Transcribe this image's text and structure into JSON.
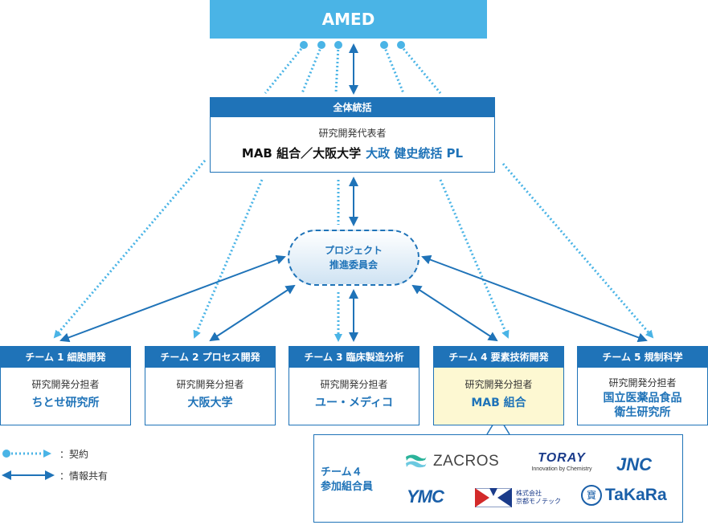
{
  "amed": "AMED",
  "overall": {
    "title": "全体統括",
    "role": "研究開発代表者",
    "org": "MAB 組合／大阪大学",
    "person": "大政 健史統括 PL"
  },
  "committee": {
    "line1": "プロジェクト",
    "line2": "推進委員会"
  },
  "teams": [
    {
      "title": "チーム 1 細胞開発",
      "role": "研究開発分担者",
      "org_line1": "ちとせ研究所",
      "org_line2": ""
    },
    {
      "title": "チーム 2 プロセス開発",
      "role": "研究開発分担者",
      "org_line1": "大阪大学",
      "org_line2": ""
    },
    {
      "title": "チーム 3 臨床製造分析",
      "role": "研究開発分担者",
      "org_line1": "ユー・メディコ",
      "org_line2": ""
    },
    {
      "title": "チーム 4 要素技術開発",
      "role": "研究開発分担者",
      "org_line1": "MAB 組合",
      "org_line2": ""
    },
    {
      "title": "チーム 5 規制科学",
      "role": "研究開発分担者",
      "org_line1": "国立医薬品食品",
      "org_line2": "衛生研究所"
    }
  ],
  "participants": {
    "label_line1": "チーム４",
    "label_line2": "参加組合員",
    "logos": {
      "zacros": "ZACROS",
      "toray": "TORAY",
      "toray_tagline": "Innovation by Chemistry",
      "jnc": "JNC",
      "ymc": "YMC",
      "kyoto_line1": "株式会社",
      "kyoto_line2": "京都モノテック",
      "takara_mark": "寶",
      "takara": "TaKaRa"
    }
  },
  "legend": {
    "contract": "：契約",
    "info": "：情報共有"
  },
  "colors": {
    "dark_blue": "#1f73b8",
    "light_blue": "#4ab4e6",
    "highlight": "#fdf8d2"
  }
}
